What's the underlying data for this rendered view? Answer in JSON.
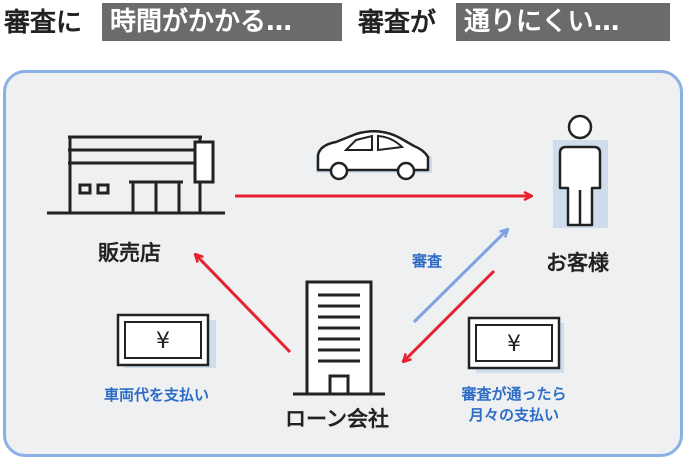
{
  "header": {
    "left_prefix": "審査に",
    "left_highlight": "時間がかかる…",
    "right_prefix": "審査が",
    "right_highlight": "通りにくい…"
  },
  "diagram": {
    "dealer_label": "販売店",
    "customer_label": "お客様",
    "loan_company_label": "ローン会社",
    "screening_label": "審査",
    "pay_dealer_label": "車両代を支払い",
    "monthly_payment_line1": "審査が通ったら",
    "monthly_payment_line2": "月々の支払い",
    "yen_symbol": "¥",
    "colors": {
      "red_arrow": "#e8202f",
      "blue_arrow": "#7ea2e0",
      "panel_border": "#8ab0e6",
      "panel_fill": "#eef0f1",
      "note_fill": "#cfdceb",
      "label_blue": "#2d6cc6"
    }
  }
}
